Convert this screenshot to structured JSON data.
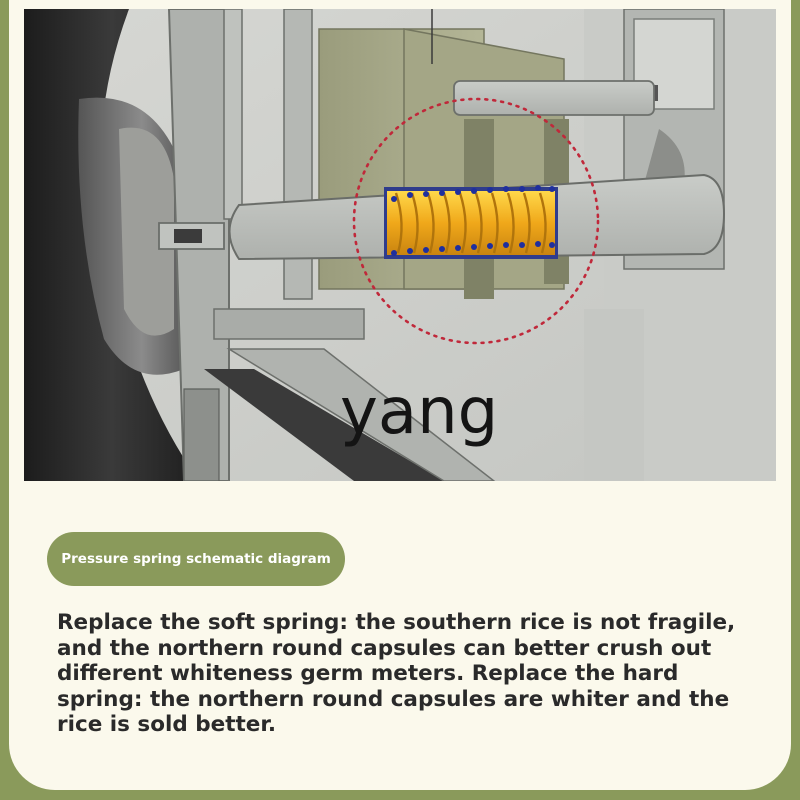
{
  "diagram": {
    "icon": "pressure-spring-cutaway-illustration",
    "watermark": "yang",
    "colors": {
      "background": "#cfd0cc",
      "metal": "#b9bcb8",
      "dark_wheel": "#2a2a2a",
      "olive_plate": "#a6a88a",
      "spring": "#f2b81a",
      "spring_dots": "#2233aa",
      "highlight_circle": "#c0283a"
    }
  },
  "caption": {
    "label": "Pressure spring schematic diagram"
  },
  "description": {
    "text": "Replace the soft spring: the southern rice is not fragile, and the northern round capsules can better crush out different whiteness germ meters. Replace the hard spring: the northern round capsules are whiter and the rice is sold better."
  },
  "theme": {
    "border": "#8a9a5b",
    "card": "#fbf9ec",
    "text": "#2a2a2a"
  }
}
